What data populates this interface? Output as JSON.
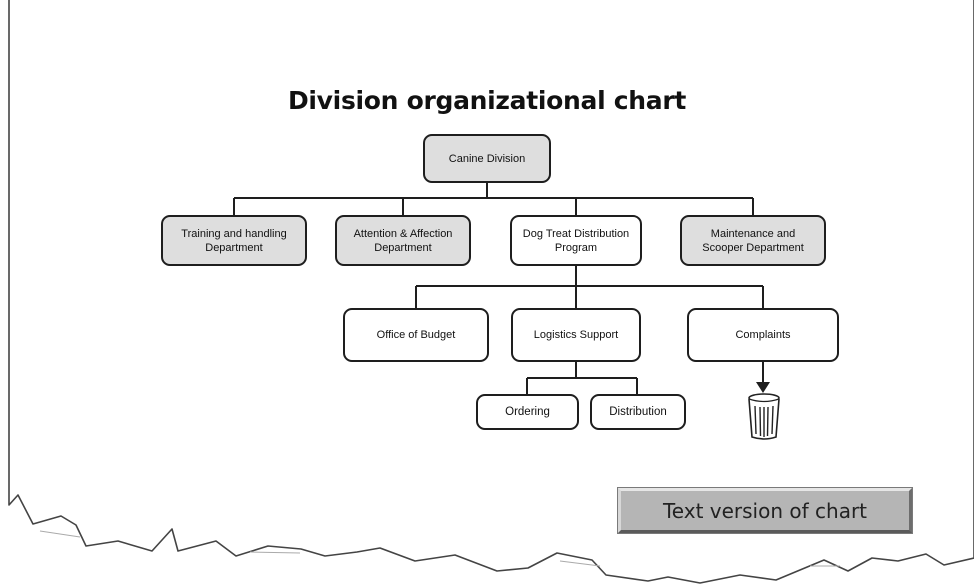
{
  "chart": {
    "title": "Division organizational chart",
    "root": {
      "label": "Canine Division"
    },
    "departments": [
      {
        "id": "training",
        "label": "Training and handling\nDepartment"
      },
      {
        "id": "attention",
        "label": "Attention & Affection\nDepartment"
      },
      {
        "id": "dogtreat",
        "label": "Dog Treat Distribution\nProgram"
      },
      {
        "id": "maintenance",
        "label": "Maintenance and\nScooper Department"
      }
    ],
    "program_units": [
      {
        "id": "budget",
        "label": "Office of Budget"
      },
      {
        "id": "logistics",
        "label": "Logistics Support"
      },
      {
        "id": "complaints",
        "label": "Complaints"
      }
    ],
    "logistics_units": [
      {
        "id": "ordering",
        "label": "Ordering"
      },
      {
        "id": "distribution",
        "label": "Distribution"
      }
    ],
    "complaints_destination": "trash-can-icon"
  },
  "buttons": {
    "text_version": "Text version of chart"
  },
  "colors": {
    "shaded_box": "#dedede",
    "plain_box": "#ffffff",
    "line": "#1e1e1e",
    "button_face": "#b5b5b5"
  }
}
